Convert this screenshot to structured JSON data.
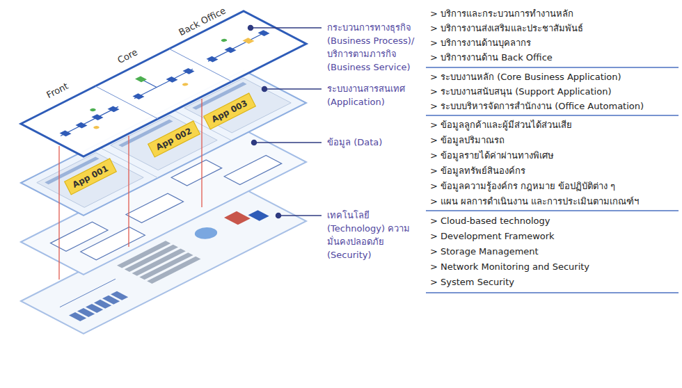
{
  "diagram": {
    "nodes": [
      {
        "text": [
          "App 001"
        ]
      },
      {
        "text": [
          "App 002"
        ]
      },
      {
        "text": [
          "App 003"
        ]
      }
    ],
    "labels": [
      "Front",
      "Core",
      "Back Office",
      "กระบวนการทางธุรกิจ (Business Process)/ บริการตามภารกิจ (Business Service)",
      "> บริการและกระบวนการทำงานหลัก",
      "> บริการงานส่งเสริมและประชาสัมพันธ์",
      "> บริการงานด้านบุคลากร",
      "> บริการงานด้าน Back Office",
      "ระบบงานสารสนเทศ (Application)",
      "> ระบบงานหลัก (Core Business Application)",
      "> ระบบงานสนับสนุน (Support Application)",
      "> ระบบบริหารจัดการสำนักงาน (Office Automation)",
      "ข้อมูล (Data)",
      "> ข้อมูลลูกค้าและผู้มีส่วนได้ส่วนเสีย",
      "> ข้อมูลปริมาณรถ",
      "> ข้อมูลรายได้ค่าผ่านทางพิเศษ",
      "> ข้อมูลทรัพย์สินองค์กร",
      "> ข้อมูลความรู้องค์กร กฎหมาย ข้อปฏิบัติต่าง ๆ",
      "> แผน ผลการดำเนินงาน และการประเมินตามเกณฑ์ฯ",
      "เทคโนโลยี (Technology) ความมั่นคงปลอดภัย (Security)",
      "> Cloud-based technology",
      "> Development Framework",
      "> Storage Management",
      "> Network Monitoring and Security",
      "> System Security"
    ]
  }
}
